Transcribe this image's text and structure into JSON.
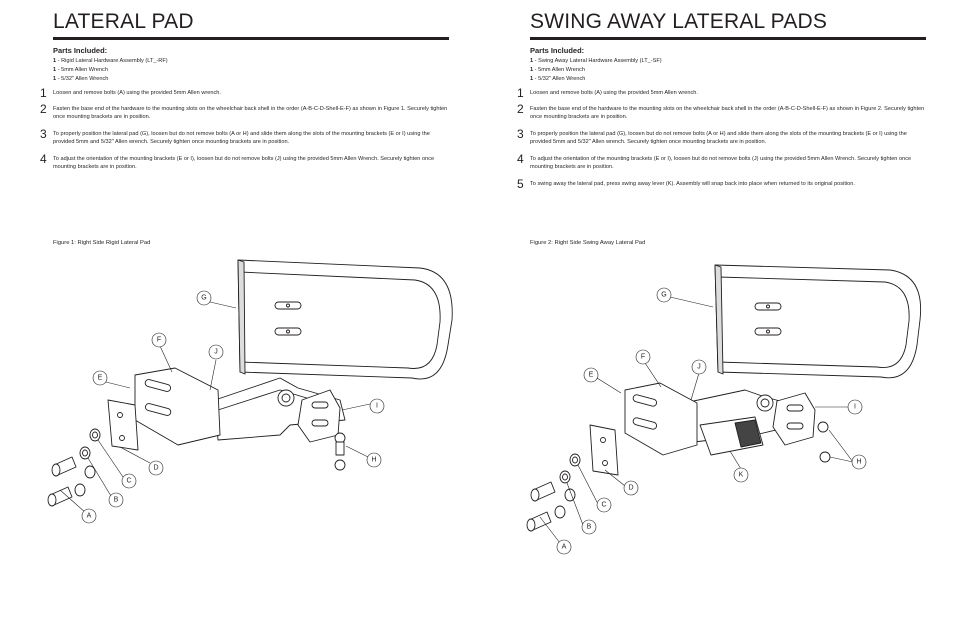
{
  "left": {
    "title": "LATERAL PAD",
    "parts_heading": "Parts Included:",
    "parts": [
      {
        "qty": "1",
        "text": " - Rigid Lateral Hardware Assembly (LT_-RF)"
      },
      {
        "qty": "1",
        "text": " - 5mm Allen Wrench"
      },
      {
        "qty": "1",
        "text": " - 5/32\" Allen Wrench"
      }
    ],
    "steps": [
      {
        "num": "1",
        "text": "Loosen and remove bolts (A) using the provided 5mm Allen wrench."
      },
      {
        "num": "2",
        "text": "Fasten the base end of the hardware to the mounting slots on the wheelchair back shell in the order (A-B-C-D-Shell-E-F) as shown in Figure 1. Securely tighten once mounting brackets are in position."
      },
      {
        "num": "3",
        "text": "To properly position the lateral pad (G), loosen but do not remove bolts (A or H) and slide them along the slots of the mounting brackets (E or I) using the provided 5mm and 5/32\" Allen wrench. Securely tighten once mounting brackets are in position."
      },
      {
        "num": "4",
        "text": "To adjust the orientation of the mounting brackets (E or I), loosen but do not remove bolts (J) using the provided 5mm Allen Wrench. Securely tighten once mounting brackets are in position."
      }
    ],
    "figure_caption": "Figure 1: Right Side Rigid Lateral Pad",
    "labels": {
      "A": "A",
      "B": "B",
      "C": "C",
      "D": "D",
      "E": "E",
      "F": "F",
      "G": "G",
      "H": "H",
      "I": "I",
      "J": "J"
    }
  },
  "right": {
    "title": "SWING AWAY LATERAL PADS",
    "parts_heading": "Parts Included:",
    "parts": [
      {
        "qty": "1",
        "text": " - Swing Away Lateral Hardware Assembly (LT_-SF)"
      },
      {
        "qty": "1",
        "text": " - 5mm Allen Wrench"
      },
      {
        "qty": "1",
        "text": " - 5/32\" Allen Wrench"
      }
    ],
    "steps": [
      {
        "num": "1",
        "text": "Loosen and remove bolts (A) using the provided 5mm Allen wrench."
      },
      {
        "num": "2",
        "text": "Fasten the base end of the hardware to the mounting slots on the wheelchair back shell in the order (A-B-C-D-Shell-E-F) as shown in Figure 2. Securely tighten once mounting brackets are in position."
      },
      {
        "num": "3",
        "text": "To properly position the lateral pad (G), loosen but do not remove bolts (A or H) and slide them along the slots of the mounting brackets (E or I) using the provided 5mm and 5/32\" Allen wrench. Securely tighten once mounting brackets are in position."
      },
      {
        "num": "4",
        "text": "To adjust the orientation of the mounting brackets (E or I), loosen but do not remove bolts (J) using the provided 5mm Allen Wrench. Securely tighten once mounting brackets are in position."
      },
      {
        "num": "5",
        "text": "To swing away the lateral pad, press swing away lever (K).  Assembly will snap back into place when returned to its original position."
      }
    ],
    "figure_caption": "Figure 2: Right Side Swing Away Lateral Pad",
    "labels": {
      "A": "A",
      "B": "B",
      "C": "C",
      "D": "D",
      "E": "E",
      "F": "F",
      "G": "G",
      "H": "H",
      "I": "I",
      "J": "J",
      "K": "K"
    }
  }
}
